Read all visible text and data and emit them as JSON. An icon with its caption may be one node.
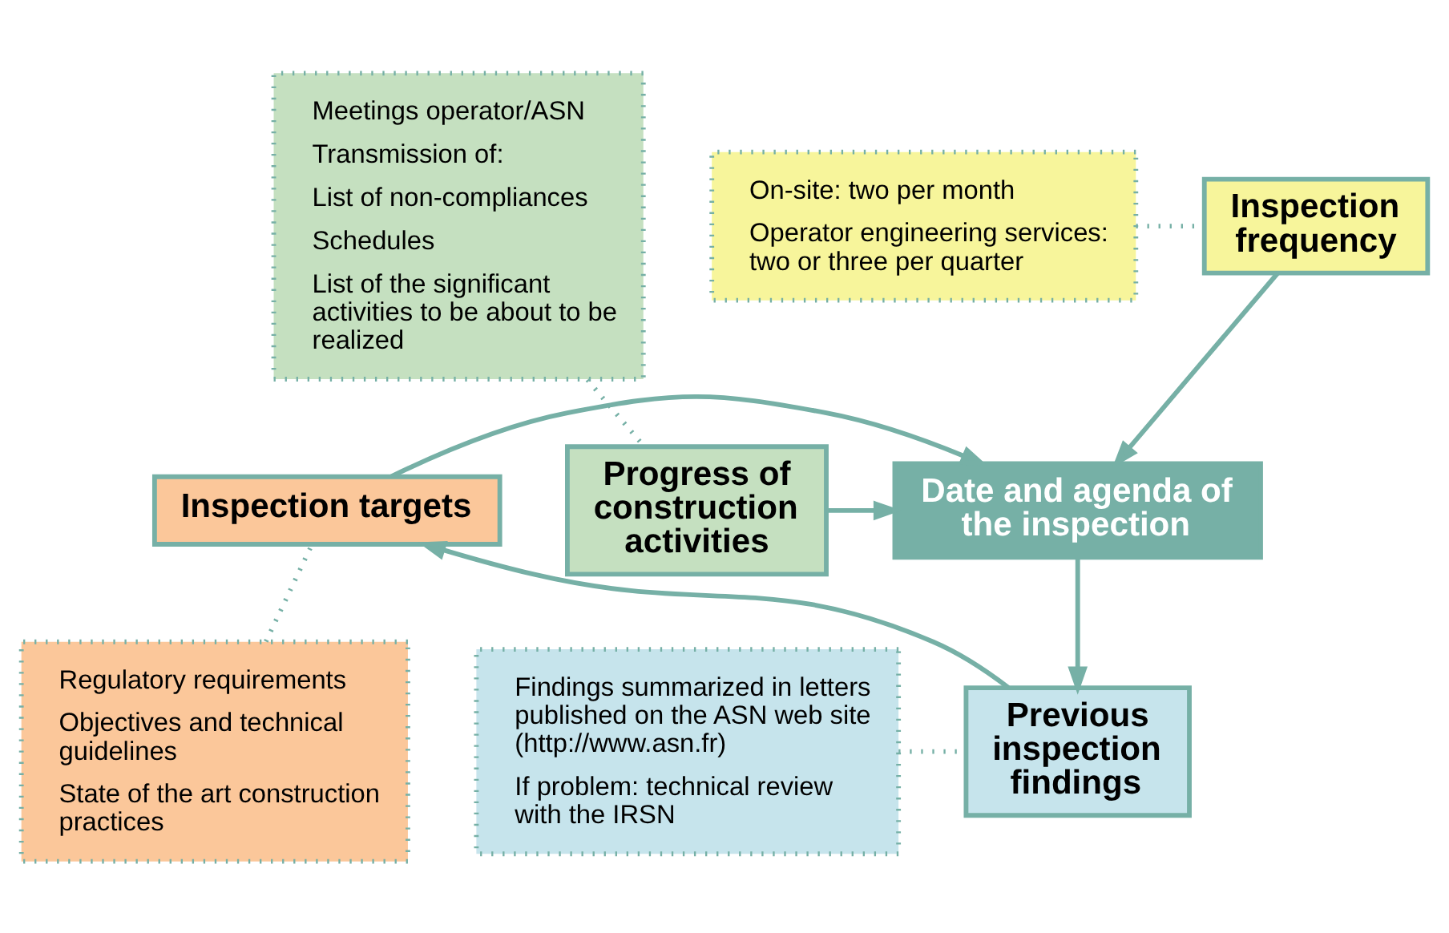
{
  "diagram": {
    "nodes": [
      {
        "text": [
          "Inspection frequency"
        ]
      },
      {
        "text": [
          "On-site: two per month",
          "Operator engineering services: two or three per quarter"
        ]
      },
      {
        "text": [
          "Meetings operator/ASN",
          "Transmission of:",
          "List of non-compliances",
          "Schedules",
          "List of the significant activities to be about to be realized"
        ]
      },
      {
        "text": [
          "Progress of construction activities"
        ]
      },
      {
        "text": [
          "Date and agenda of the inspection"
        ]
      },
      {
        "text": [
          "Inspection targets"
        ]
      },
      {
        "text": [
          "Regulatory requirements",
          "Objectives and technical guidelines",
          "State of the art construction practices"
        ]
      },
      {
        "text": [
          "Findings summarized in letters published on the ASN web site (http://www.asn.fr)",
          "If problem: technical review with the IRSN"
        ]
      },
      {
        "text": [
          "Previous inspection findings"
        ]
      }
    ],
    "edges": [
      {
        "from": 1,
        "to": 0,
        "arrow": "none",
        "style": "dashed"
      },
      {
        "from": 2,
        "to": 3,
        "arrow": "none",
        "style": "dashed"
      },
      {
        "from": 0,
        "to": 4,
        "arrow": "to"
      },
      {
        "from": 3,
        "to": 4,
        "arrow": "to"
      },
      {
        "from": 5,
        "to": 4,
        "arrow": "to"
      },
      {
        "from": 6,
        "to": 5,
        "arrow": "none",
        "style": "dashed"
      },
      {
        "from": 4,
        "to": 8,
        "arrow": "to"
      },
      {
        "from": 8,
        "to": 5,
        "arrow": "to"
      },
      {
        "from": 7,
        "to": 8,
        "arrow": "none",
        "style": "dashed"
      }
    ]
  }
}
